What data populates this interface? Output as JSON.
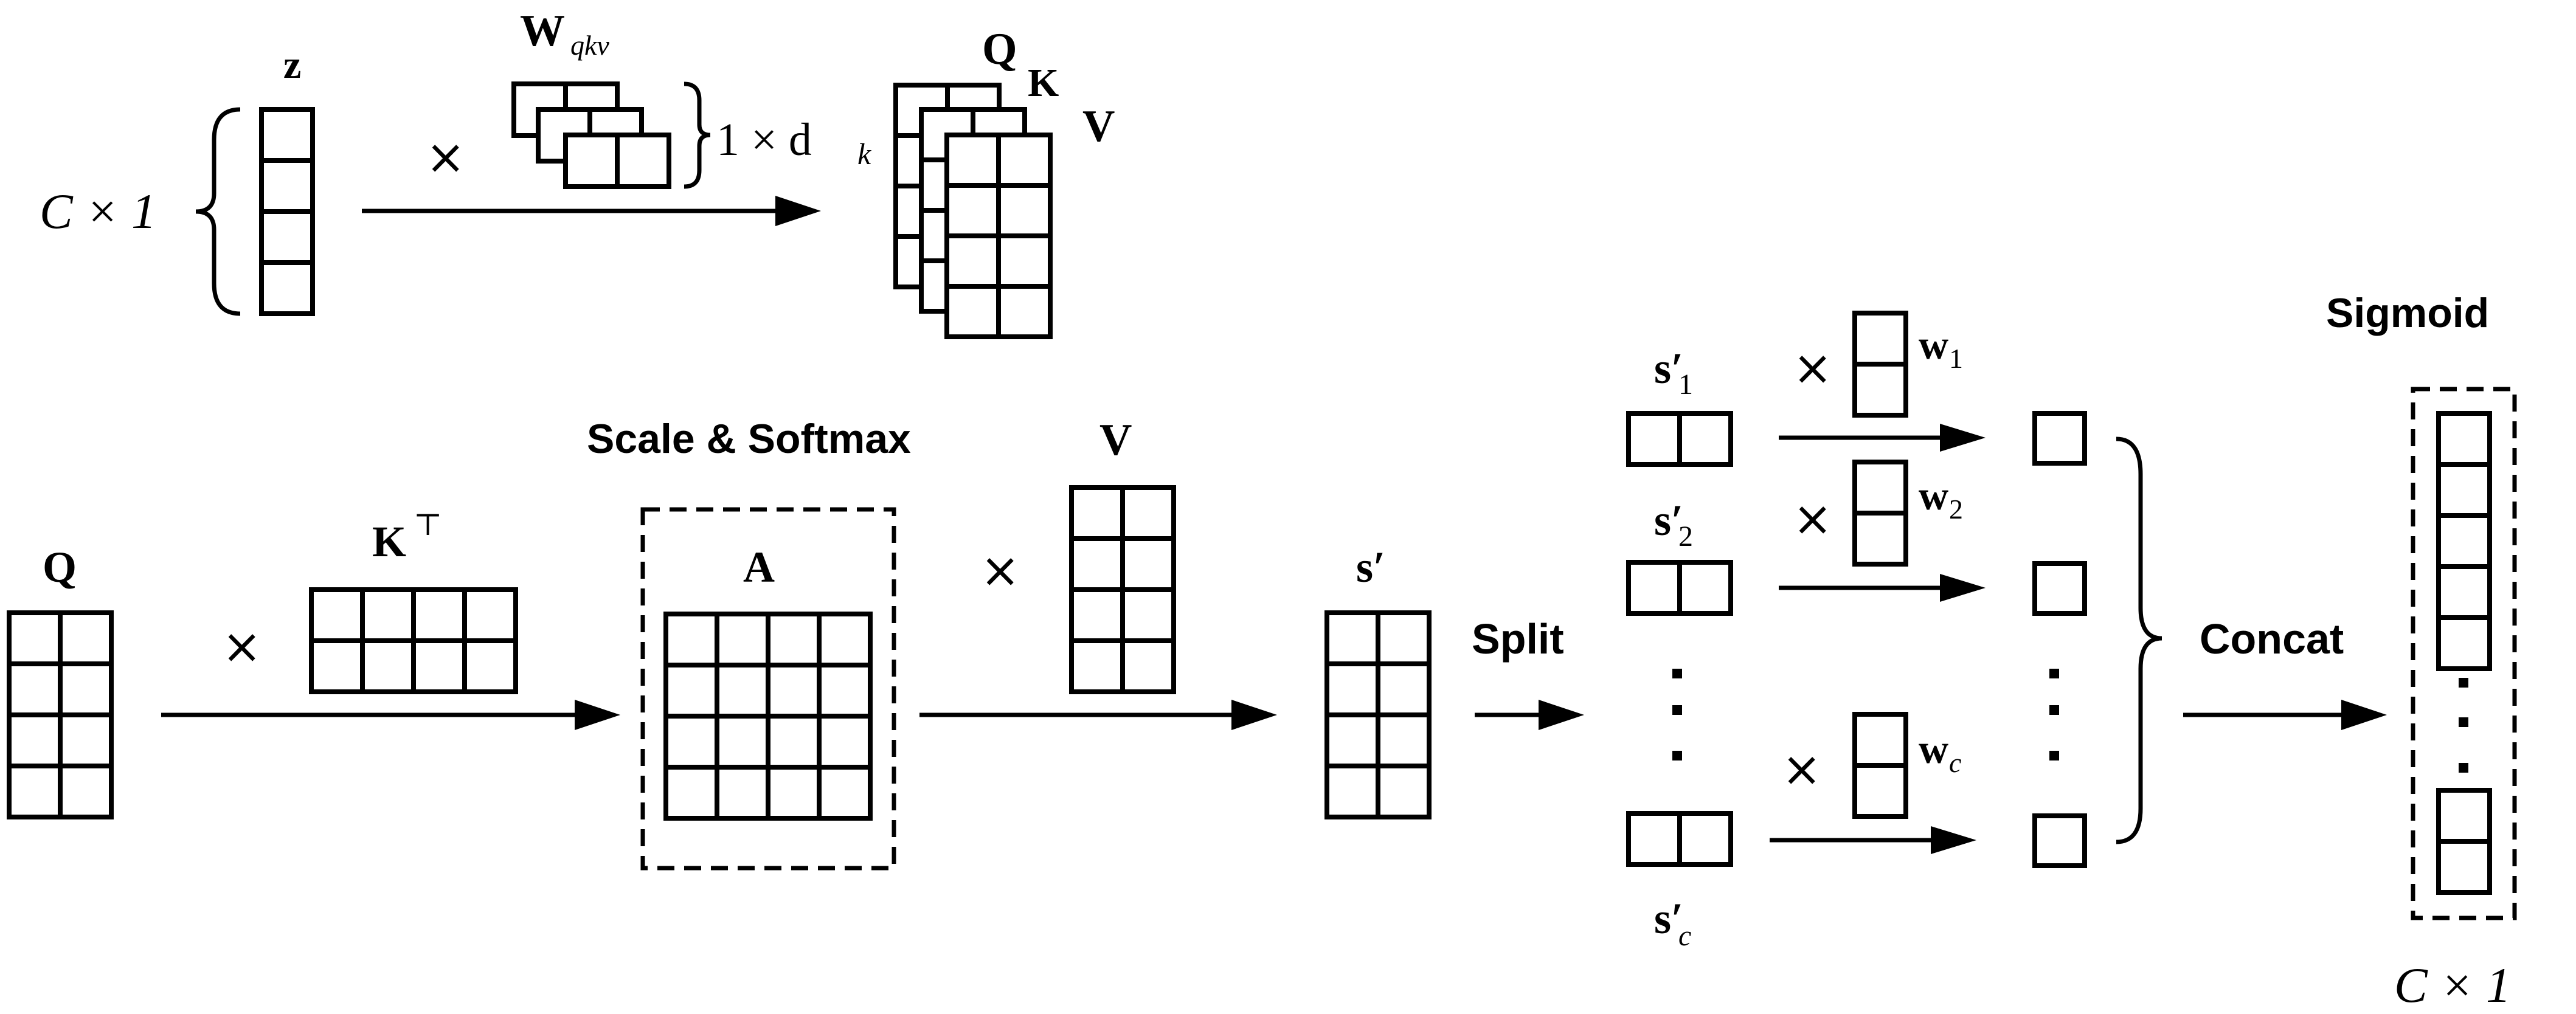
{
  "labels": {
    "z": "z",
    "w_qkv": "W",
    "w_qkv_sub": "qkv",
    "c_by_1_top": "C × 1",
    "one_by_dk": "1 × d",
    "dk_sub": "k",
    "q_top": "Q",
    "k_top": "K",
    "v_top": "V",
    "scale_softmax": "Scale & Softmax",
    "q_left": "Q",
    "k_t": "K",
    "k_t_sup": "⊤",
    "a": "A",
    "v_mid": "V",
    "s_prime": "s′",
    "split": "Split",
    "s1": "s′",
    "s1_sub": "1",
    "s2": "s′",
    "s2_sub": "2",
    "sc": "s′",
    "sc_sub": "c",
    "w1": "w",
    "w1_sub": "1",
    "w2": "w",
    "w2_sub": "2",
    "wc": "w",
    "wc_sub": "c",
    "concat": "Concat",
    "sigmoid": "Sigmoid",
    "c_by_1_bottom": "C × 1",
    "times": "×"
  }
}
